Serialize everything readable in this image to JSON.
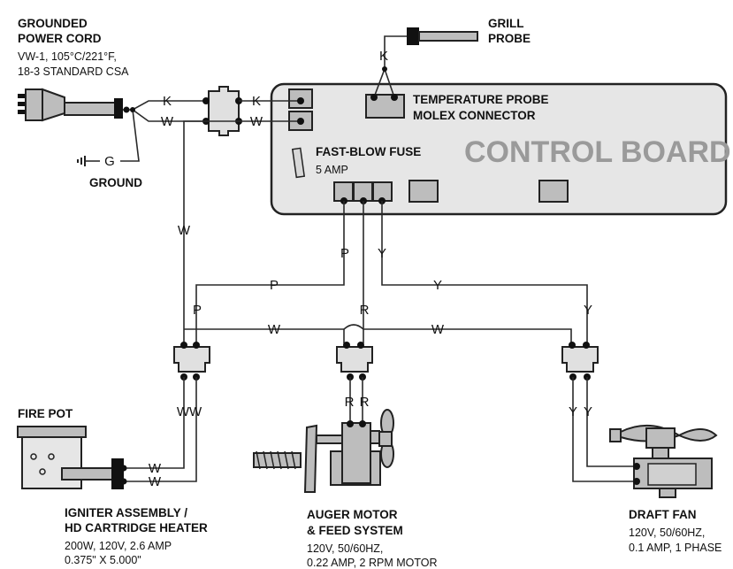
{
  "power_cord": {
    "title_line1": "GROUNDED",
    "title_line2": "POWER CORD",
    "spec_line1": "VW-1, 105°C/221°F,",
    "spec_line2": "18-3 STANDARD CSA"
  },
  "ground": {
    "label": "GROUND"
  },
  "grill_probe": {
    "title_line1": "GRILL",
    "title_line2": "PROBE"
  },
  "temp_probe": {
    "title_line1": "TEMPERATURE PROBE",
    "title_line2": "MOLEX CONNECTOR"
  },
  "fuse": {
    "title": "FAST-BLOW FUSE",
    "rating": "5 AMP"
  },
  "control_board": {
    "title": "CONTROL BOARD"
  },
  "fire_pot": {
    "title": "FIRE POT"
  },
  "igniter": {
    "title_line1": "IGNITER ASSEMBLY /",
    "title_line2": "HD CARTRIDGE HEATER",
    "spec_line1": "200W, 120V, 2.6 AMP",
    "spec_line2": "0.375\" X 5.000\""
  },
  "auger": {
    "title_line1": "AUGER MOTOR",
    "title_line2": "& FEED SYSTEM",
    "spec_line1": "120V, 50/60HZ,",
    "spec_line2": "0.22 AMP, 2 RPM MOTOR"
  },
  "draft_fan": {
    "title": "DRAFT FAN",
    "spec_line1": "120V, 50/60HZ,",
    "spec_line2": "0.1 AMP, 1 PHASE"
  },
  "wire_labels": {
    "black": "K",
    "white": "W",
    "ground": "G",
    "purple": "P",
    "red": "R",
    "yellow": "Y"
  },
  "colors": {
    "board_fill": "#e6e6e6",
    "part_fill": "#bdbdbd",
    "title_gray": "#9a9a9a",
    "line": "#222222"
  }
}
